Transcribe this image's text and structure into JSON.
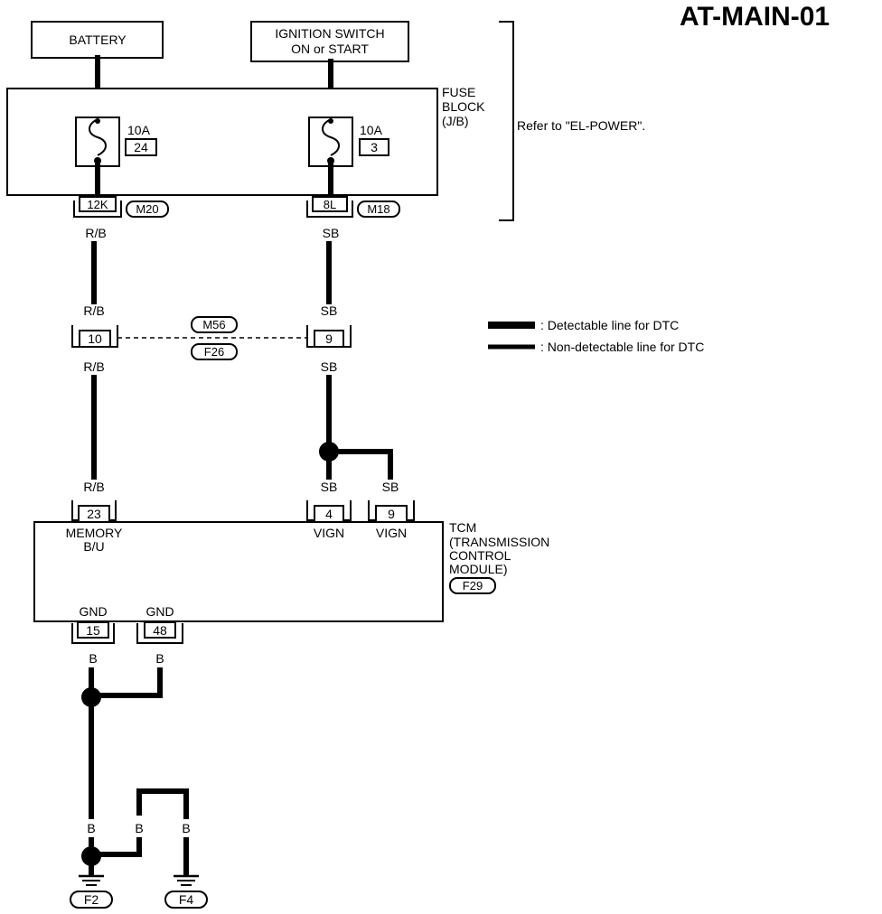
{
  "title": "AT-MAIN-01",
  "battery": "BATTERY",
  "ignition": {
    "line1": "IGNITION SWITCH",
    "line2": "ON or START"
  },
  "fuse_block": {
    "line1": "FUSE",
    "line2": "BLOCK",
    "line3": "(J/B)"
  },
  "fuse_left": {
    "rating": "10A",
    "number": "24"
  },
  "fuse_right": {
    "rating": "10A",
    "number": "3"
  },
  "refer": "Refer to \"EL-POWER\".",
  "conn_12k": "12K",
  "conn_m20": "M20",
  "conn_8l": "8L",
  "conn_m18": "M18",
  "wire_rb": "R/B",
  "wire_sb": "SB",
  "wire_b": "B",
  "conn_10": "10",
  "conn_9": "9",
  "conn_m56": "M56",
  "conn_f26": "F26",
  "legend": {
    "detectable": ": Detectable line for DTC",
    "non_detectable": ": Non-detectable line for DTC"
  },
  "tcm_pins": {
    "p23": "23",
    "p4": "4",
    "p9": "9",
    "p15": "15",
    "p48": "48"
  },
  "tcm_labels": {
    "memory": "MEMORY",
    "bu": "B/U",
    "vign1": "VIGN",
    "vign2": "VIGN",
    "gnd1": "GND",
    "gnd2": "GND"
  },
  "tcm": {
    "line1": "TCM",
    "line2": "(TRANSMISSION",
    "line3": "CONTROL",
    "line4": "MODULE)",
    "connector": "F29"
  },
  "ground_f2": "F2",
  "ground_f4": "F4"
}
